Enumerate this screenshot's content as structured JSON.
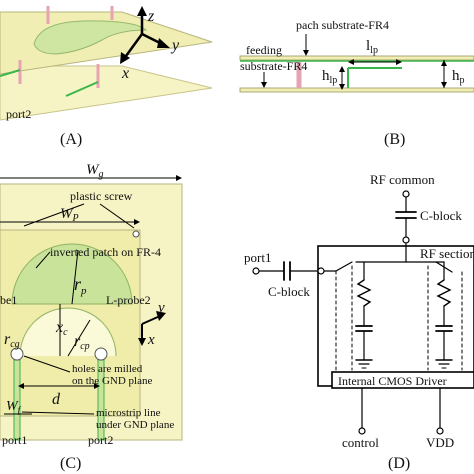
{
  "panels": {
    "a": {
      "label": "(A)",
      "port_label": "port2",
      "axes": {
        "z": "z",
        "y": "y",
        "x": "x"
      }
    },
    "b": {
      "label": "(B)",
      "patch_substrate": "pach substrate-FR4",
      "feeding_line1": "feeding",
      "feeding_line2": "substrate-FR4",
      "h_lp": "h",
      "h_lp_sub": "lp",
      "l_lp": "l",
      "l_lp_sub": "lp",
      "h_p": "h",
      "h_p_sub": "p"
    },
    "c": {
      "label": "(C)",
      "wg": "W",
      "wg_sub": "g",
      "plastic_screw": "plastic screw",
      "wp": "W",
      "wp_sub": "P",
      "inverted_patch": "inverted patch on FR-4",
      "rp": "r",
      "rp_sub": "p",
      "probe1": "be1",
      "probe2": "L-probe2",
      "xc": "x",
      "xc_sub": "c",
      "rcp": "r",
      "rcp_sub": "cp",
      "rcg": "r",
      "rcg_sub": "cg",
      "holes1": "holes are milled",
      "holes2": "on the GND plane",
      "d": "d",
      "wf": "W",
      "wf_sub": "f",
      "microstrip1": "microstrip line",
      "microstrip2": "under GND plane",
      "port1": "port1",
      "port2": "port2",
      "axis_y": "y",
      "axis_x": "x"
    },
    "d": {
      "label": "(D)",
      "rf_common": "RF common",
      "c_block_top": "C-block",
      "port1": "port1",
      "c_block_left": "C-block",
      "rf_section": "RF section",
      "driver": "Internal CMOS Driver",
      "control": "control",
      "vdd": "VDD"
    }
  },
  "colors": {
    "substrate": "#f4f2b8",
    "patch": "#cfe6a3",
    "feed": "#39b54a",
    "probe_pink": "#e9a0b0"
  }
}
